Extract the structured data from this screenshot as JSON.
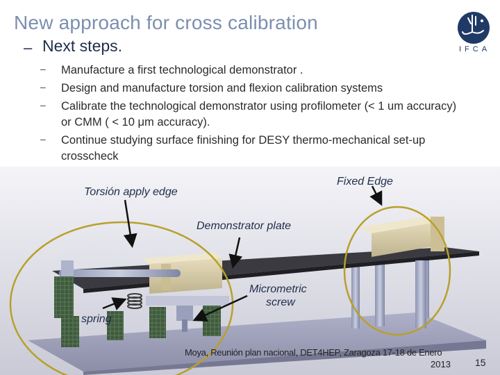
{
  "slide": {
    "title": "New approach for cross calibration",
    "subtitle_dash": "–",
    "subtitle": "Next steps.",
    "bullet_mark": "–",
    "bullets": [
      "Manufacture a first technological demonstrator .",
      "Design and manufacture torsion and flexion calibration systems",
      "Calibrate the technological demonstrator using profilometer  (< 1 um accuracy) or CMM ( < 10 μm accuracy).",
      "Continue studying surface finishing for DESY thermo-mechanical set-up crosscheck"
    ],
    "logo_text": "IFCA"
  },
  "figure": {
    "labels": {
      "fixed_edge": "Fixed Edge",
      "torsion_edge": "Torsión apply edge",
      "demonstrator_plate": "Demonstrator plate",
      "micrometric_line1": "Micrometric",
      "micrometric_line2": "screw",
      "spring": "spring"
    }
  },
  "footer": {
    "line1": "Moya,  Reunión plan nacional, DET4HEP, Zaragoza 17-18 de Enero",
    "line2": "2013",
    "page_number": "15"
  },
  "colors": {
    "title": "#7b8fb0",
    "subtitle": "#1f2d4a",
    "highlight_circle": "#b8a02a",
    "arrow": "#111111",
    "logo": "#1f3a66"
  }
}
